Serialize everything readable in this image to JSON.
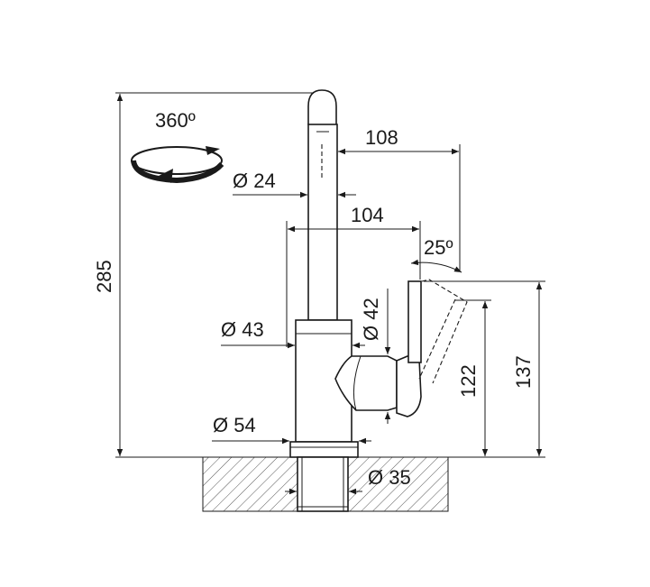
{
  "diagram": {
    "dimensions": {
      "rotation": "360º",
      "spout_reach": "108",
      "spout_diameter": "Ø 24",
      "lever_reach": "104",
      "lever_angle": "25º",
      "lever_diameter": "Ø 42",
      "body_diameter": "Ø 43",
      "total_height": "285",
      "lever_height": "122",
      "lever_tip_height": "137",
      "base_diameter": "Ø 54",
      "shank_diameter": "Ø 35"
    }
  }
}
